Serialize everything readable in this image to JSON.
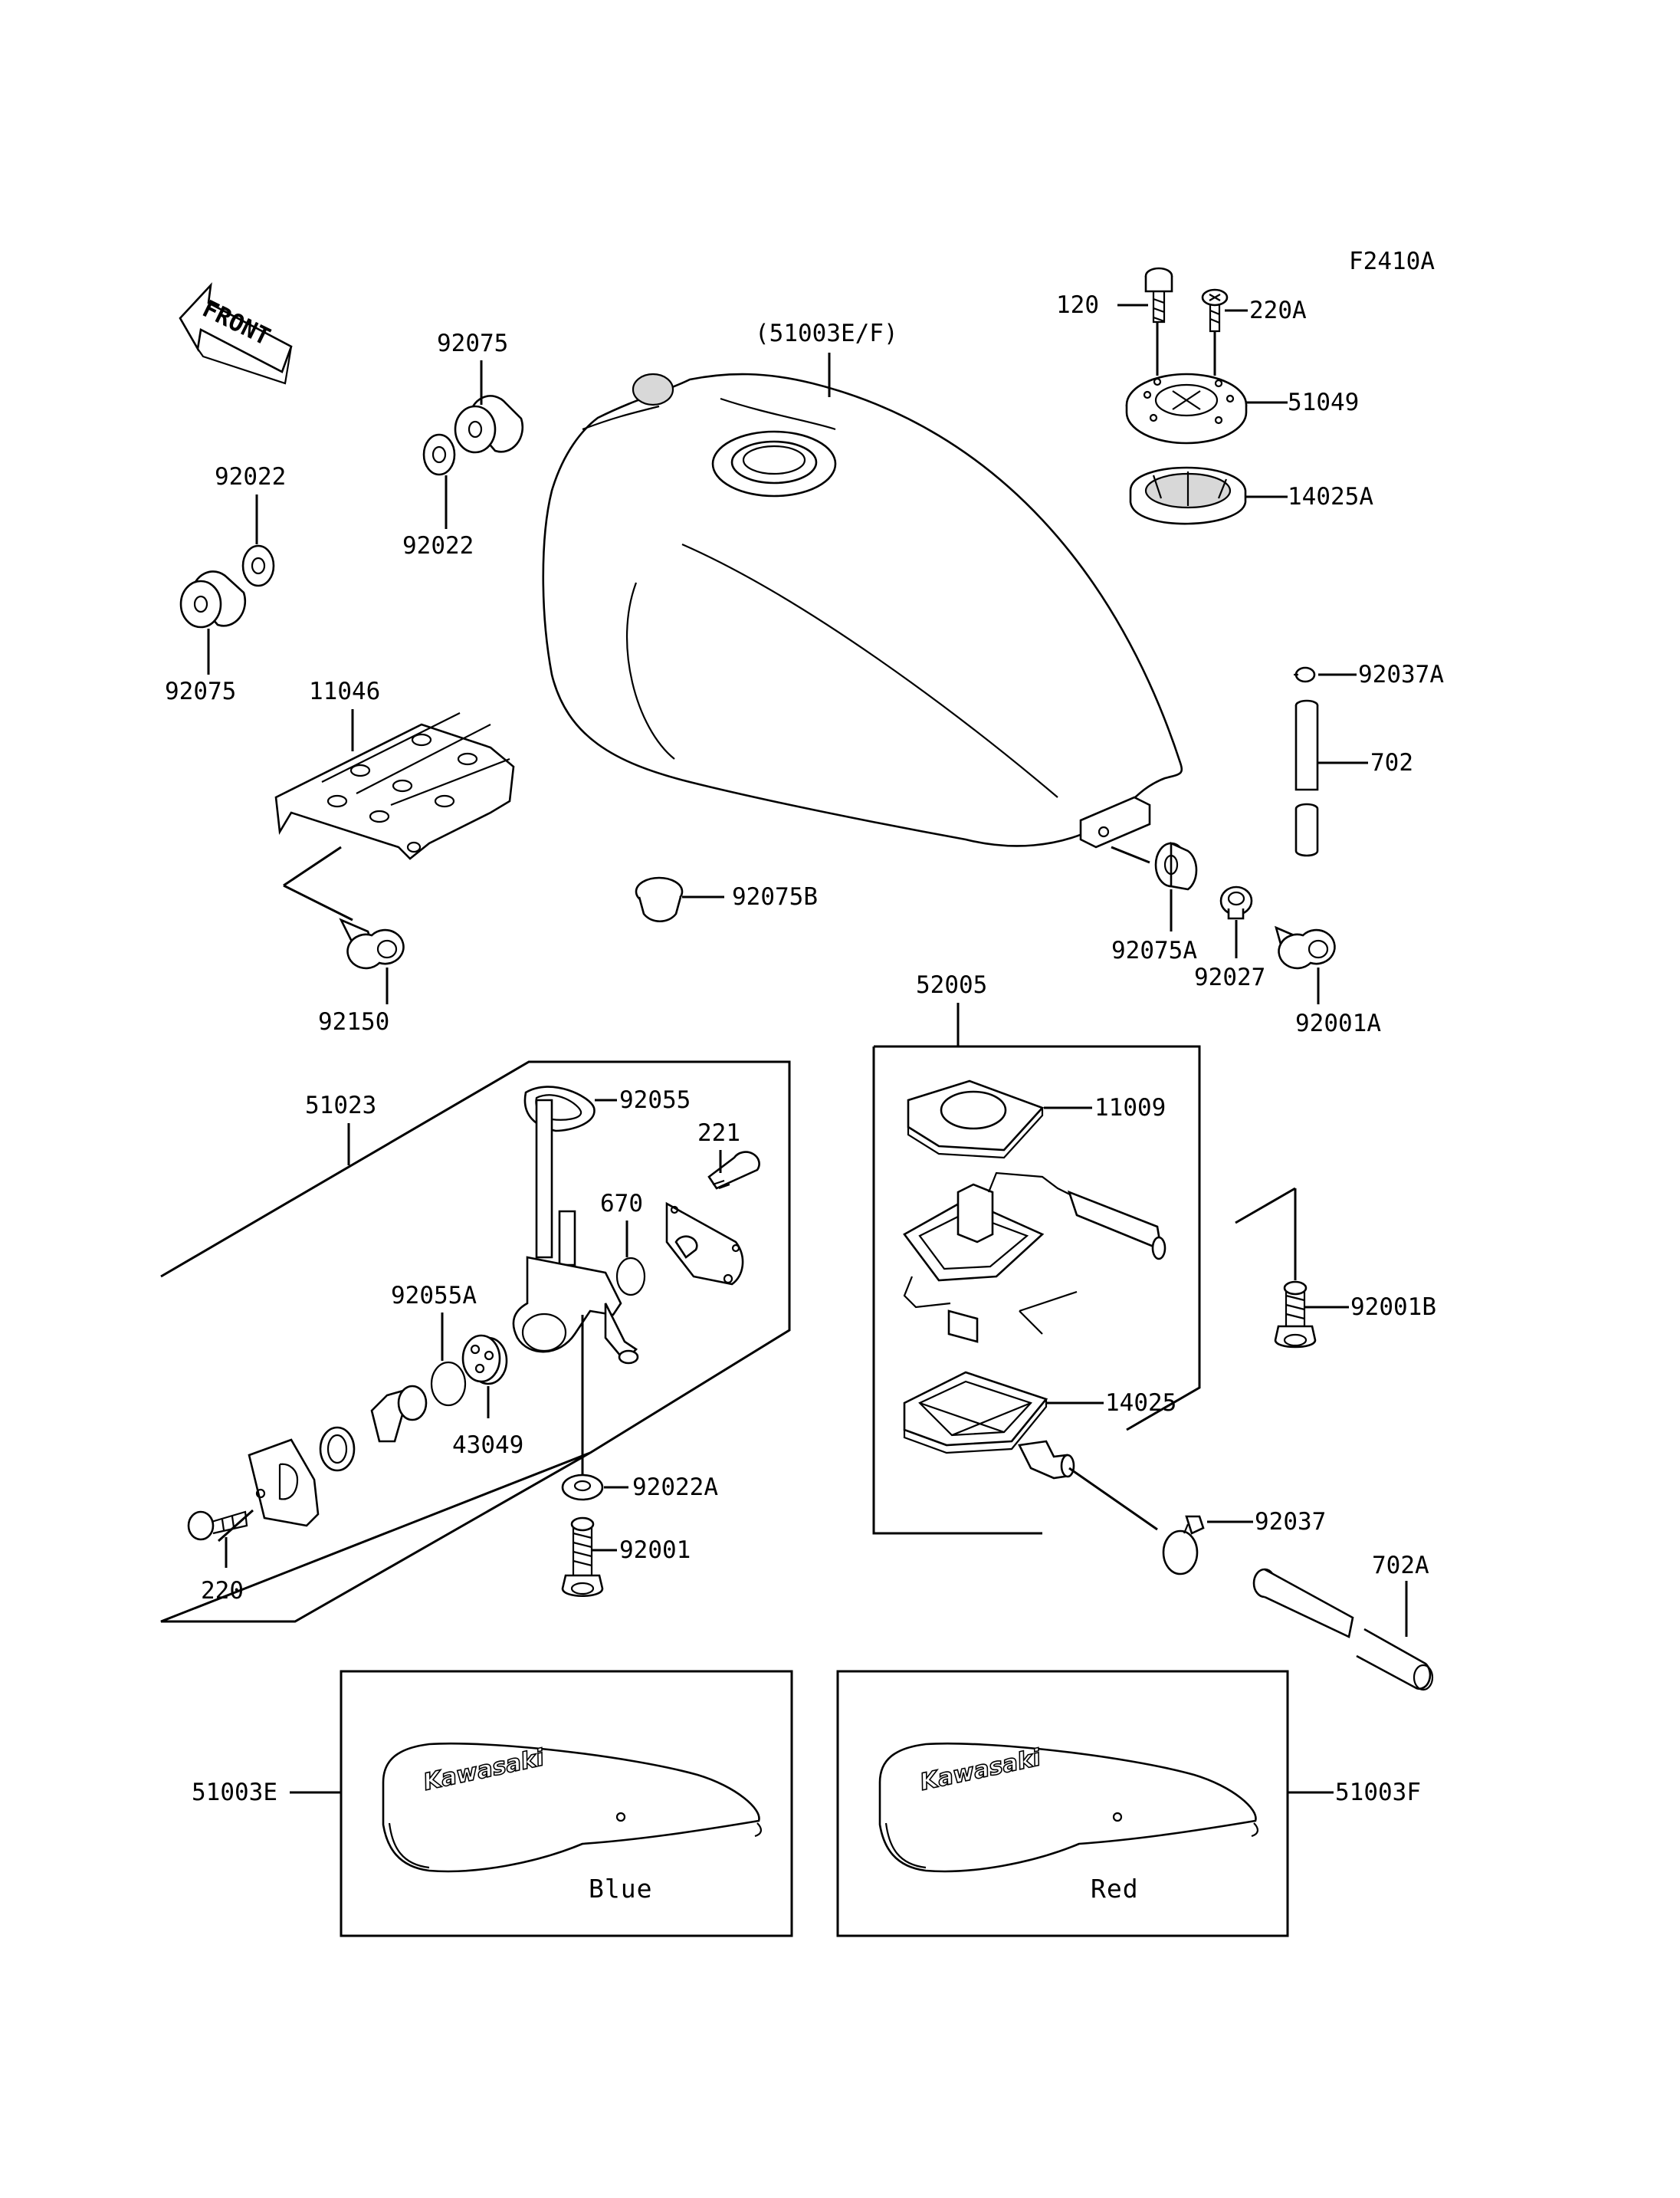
{
  "diagram_id": "F2410A",
  "front_label": "FRONT",
  "labels": {
    "p92075_top": "92075",
    "p92022_top": "92022",
    "p92022_left": "92022",
    "p92075_left": "92075",
    "p51003EF": "(51003E/F)",
    "p120": "120",
    "p220A": "220A",
    "p51049": "51049",
    "p14025A": "14025A",
    "p92037A": "92037A",
    "p702": "702",
    "p11046": "11046",
    "p92075B": "92075B",
    "p92075A": "92075A",
    "p92027": "92027",
    "p92001A": "92001A",
    "p92150": "92150",
    "p52005": "52005",
    "p11009": "11009",
    "p51023": "51023",
    "p92055": "92055",
    "p221": "221",
    "p670": "670",
    "p92055A": "92055A",
    "p43049": "43049",
    "p92022A": "92022A",
    "p92001": "92001",
    "p220": "220",
    "p92001B": "92001B",
    "p14025": "14025",
    "p92037": "92037",
    "p702A": "702A",
    "p51003E": "51003E",
    "p51003F": "51003F"
  },
  "variants": [
    {
      "part": "51003E",
      "brand": "Kawasaki",
      "color": "Blue"
    },
    {
      "part": "51003F",
      "brand": "Kawasaki",
      "color": "Red"
    }
  ],
  "colors": {
    "ink": "#000000",
    "paper": "#ffffff"
  }
}
